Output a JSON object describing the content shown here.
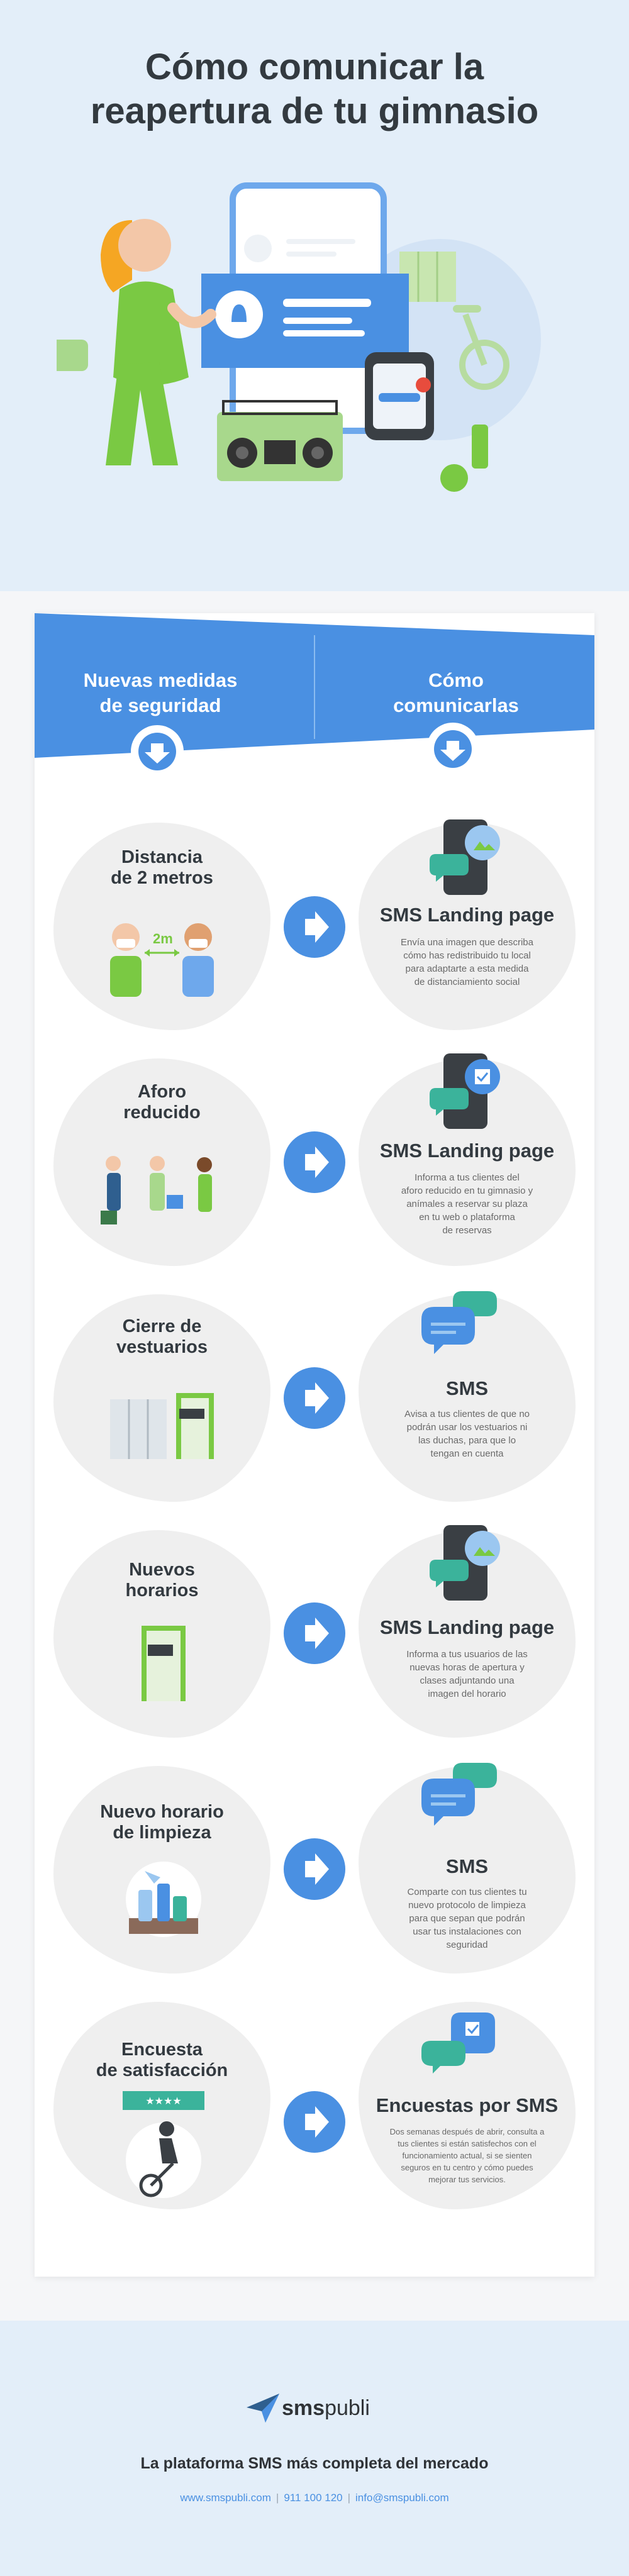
{
  "hero": {
    "title_line1": "Cómo comunicar la",
    "title_line2": "reapertura de tu gimnasio"
  },
  "columns": {
    "left_line1": "Nuevas medidas",
    "left_line2": "de seguridad",
    "right_line1": "Cómo",
    "right_line2": "comunicarlas"
  },
  "illustration_badge": "2m",
  "rows": [
    {
      "measure": [
        "Distancia",
        "de 2 metros"
      ],
      "channel": "SMS Landing page",
      "desc": [
        "Envía una imagen que describa",
        "cómo has redistribuido tu local",
        "para adaptarte a esta medida",
        "de distanciamiento social"
      ]
    },
    {
      "measure": [
        "Aforo",
        "reducido"
      ],
      "channel": "SMS Landing page",
      "desc": [
        "Informa a tus clientes del",
        "aforo reducido en tu gimnasio y",
        "anímales a reservar su plaza",
        "en tu web o plataforma",
        "de reservas"
      ]
    },
    {
      "measure": [
        "Cierre de",
        "vestuarios"
      ],
      "channel": "SMS",
      "desc": [
        "Avisa a tus clientes de que no",
        "podrán usar los vestuarios ni",
        "las duchas, para que lo",
        "tengan en cuenta"
      ]
    },
    {
      "measure": [
        "Nuevos",
        "horarios"
      ],
      "channel": "SMS Landing page",
      "desc": [
        "Informa a tus usuarios de las",
        "nuevas horas de apertura y",
        "clases adjuntando  una",
        "imagen del horario"
      ]
    },
    {
      "measure": [
        "Nuevo horario",
        "de limpieza"
      ],
      "channel": "SMS",
      "desc": [
        "Comparte con tus clientes tu",
        "nuevo protocolo de limpieza",
        "para que sepan que podrán",
        "usar tus instalaciones con",
        "seguridad"
      ]
    },
    {
      "measure": [
        "Encuesta",
        "de satisfacción"
      ],
      "channel": "Encuestas por SMS",
      "desc": [
        "Dos semanas después de abrir, consulta a",
        "tus clientes si están satisfechos con el",
        "funcionamiento actual, si se sienten",
        "seguros en tu centro y cómo puedes",
        "mejorar tus servicios."
      ]
    }
  ],
  "footer": {
    "brand_a": "sms",
    "brand_b": "publi",
    "tagline": "La plataforma SMS más completa del mercado",
    "web": "www.smspubli.com",
    "phone": "911 100 120",
    "email": "info@smspubli.com",
    "separator": "|"
  },
  "colors": {
    "primary": "#4a90e2",
    "green": "#7ac943",
    "orange": "#f5a623",
    "text": "#333a40"
  }
}
